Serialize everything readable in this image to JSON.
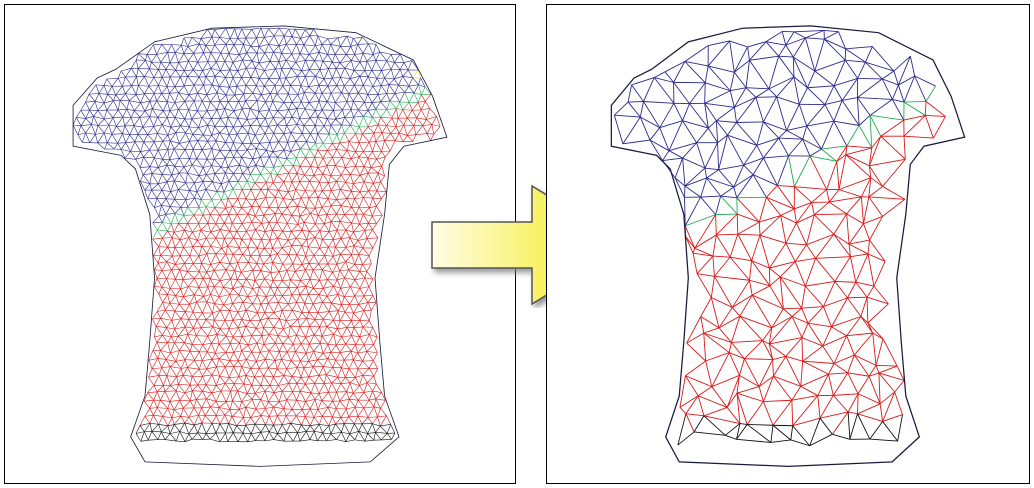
{
  "figure": {
    "left_panel": {
      "mesh": "dense",
      "colors": {
        "upper": "#2a2a8c",
        "lower": "#d81818",
        "hem": "#101010",
        "seam": "#22aa55",
        "accent": "#e8d820"
      }
    },
    "right_panel": {
      "mesh": "coarse",
      "colors": {
        "upper": "#2a2a8c",
        "lower": "#d81818",
        "hem": "#101010",
        "seam": "#22aa55",
        "accent": "#e8d820"
      }
    },
    "arrow": {
      "direction": "right",
      "colors": {
        "light": "#fffde6",
        "dark": "#f2e800",
        "shadow": "#777777"
      }
    }
  }
}
